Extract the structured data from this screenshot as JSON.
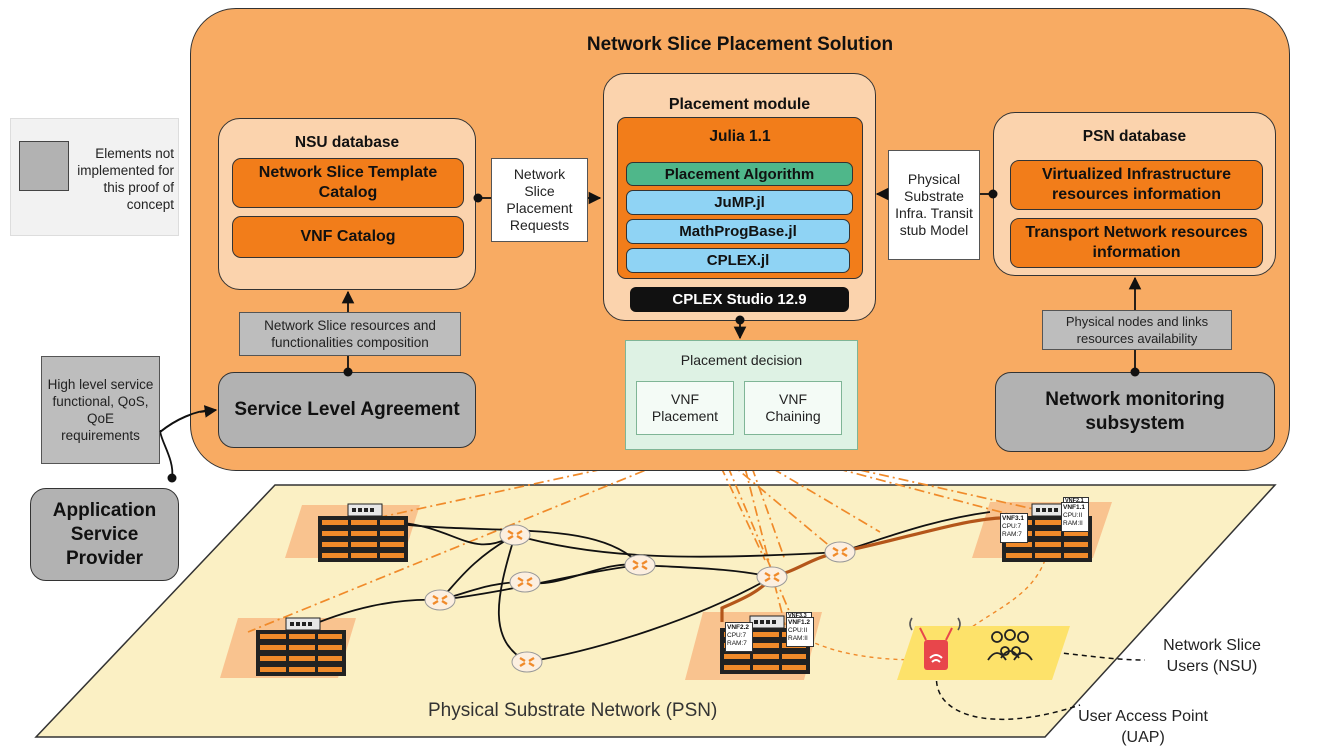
{
  "title": "Network Slice Placement Solution",
  "legend": {
    "text": "Elements not implemented for this proof of concept"
  },
  "nsu_db": {
    "title": "NSU database",
    "template_catalog": "Network Slice Template Catalog",
    "vnf_catalog": "VNF Catalog"
  },
  "scroll_requests": "Network Slice Placement Requests",
  "placement": {
    "title": "Placement module",
    "julia": "Julia 1.1",
    "algorithm": "Placement Algorithm",
    "jump": "JuMP.jl",
    "mathprog": "MathProgBase.jl",
    "cplexjl": "CPLEX.jl",
    "studio": "CPLEX Studio 12.9"
  },
  "scroll_physical": "Physical Substrate Infra. Transit stub Model",
  "psn_db": {
    "title": "PSN database",
    "virtualized": "Virtualized Infrastructure resources information",
    "transport": "Transport Network resources information"
  },
  "scroll_composition": "Network Slice resources and functionalities composition",
  "scroll_availability": "Physical nodes and links resources availability",
  "scroll_highlevel": "High level service functional, QoS, QoE requirements",
  "sla": "Service Level Agreement",
  "monitoring": "Network monitoring subsystem",
  "asp": "Application Service Provider",
  "decision": {
    "title": "Placement decision",
    "vnf_placement": "VNF Placement",
    "vnf_chaining": "VNF Chaining"
  },
  "psn_label": "Physical Substrate Network (PSN)",
  "nsu_label": "Network Slice Users (NSU)",
  "uap_label": "User Access Point (UAP)",
  "vnf_cards": {
    "vnf3_1": {
      "name": "VNF3.1",
      "cpu": "CPU:7",
      "ram": "RAM:7"
    },
    "vnf1_1": {
      "name": "VNF1.1",
      "cpu": "CPU:II",
      "ram": "RAM:II"
    },
    "vnf2_1": {
      "name": "VNF2.1"
    },
    "vnf3_3": {
      "name": "VNF3.3"
    },
    "vnf1_2": {
      "name": "VNF1.2",
      "cpu": "CPU:II",
      "ram": "RAM:II"
    },
    "vnf2_2": {
      "name": "VNF2.2",
      "cpu": "CPU:7",
      "ram": "RAM:7"
    }
  },
  "colors": {
    "outer": "#f8ab63",
    "db": "#fbd3ad",
    "orange": "#f27d1a",
    "algo_green": "#4fb78a",
    "light_blue": "#8fd3f4",
    "grey": "#b2b2b2",
    "psn_plane": "#fbf0c4",
    "decision_bg": "#def2e4",
    "uap_bg": "#fde26a"
  }
}
